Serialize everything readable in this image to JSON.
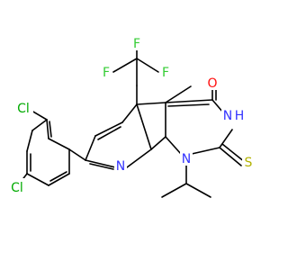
{
  "molecule": {
    "labels": {
      "cl_upper": "Cl",
      "cl_lower": "Cl",
      "f_top": "F",
      "f_left": "F",
      "f_right": "F",
      "o": "O",
      "n3": "N",
      "h3": "H",
      "n8": "N",
      "n1": "N",
      "s": "S"
    },
    "colors": {
      "bond": "#000000",
      "chlorine": "#00aa00",
      "fluorine": "#33cc33",
      "nitrogen": "#3333ff",
      "oxygen": "#ff0d0d",
      "sulfur": "#b2b200"
    }
  }
}
